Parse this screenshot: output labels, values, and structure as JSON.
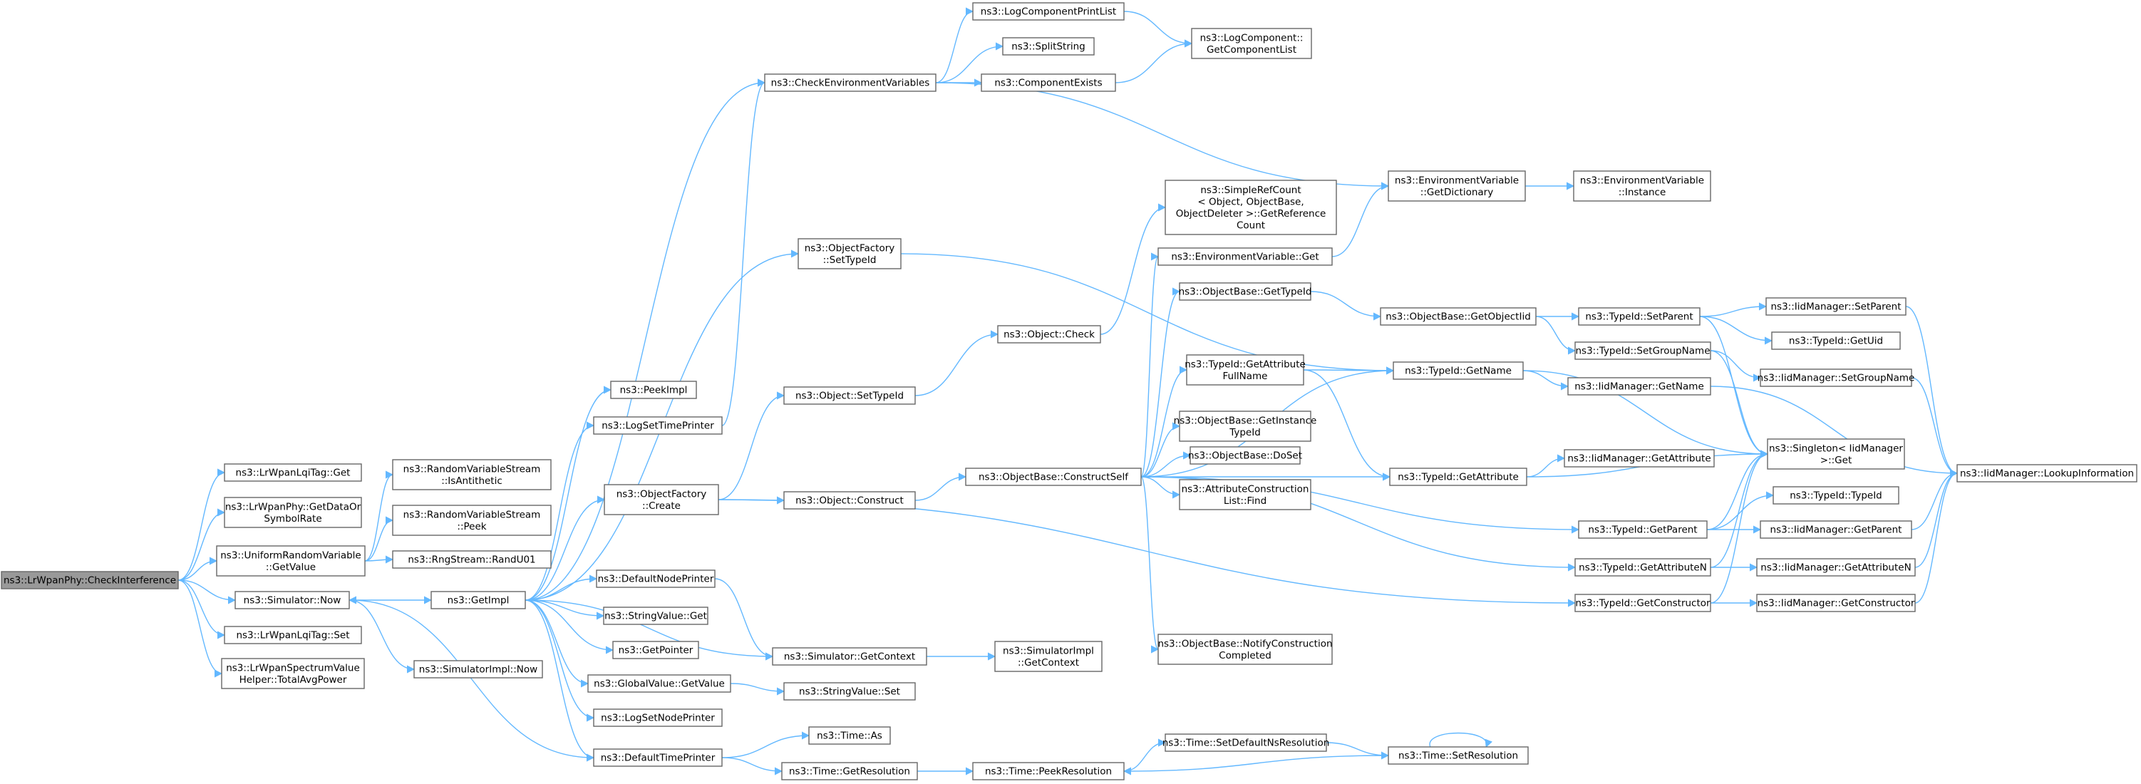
{
  "nodes": [
    {
      "id": "root",
      "lines": [
        "ns3::LrWpanPhy::CheckInterference"
      ],
      "root": true
    },
    {
      "id": "tagget",
      "lines": [
        "ns3::LrWpanLqiTag::Get"
      ]
    },
    {
      "id": "getdata",
      "lines": [
        "ns3::LrWpanPhy::GetDataOr",
        "SymbolRate"
      ]
    },
    {
      "id": "urvget",
      "lines": [
        "ns3::UniformRandomVariable",
        "::GetValue"
      ]
    },
    {
      "id": "simnow",
      "lines": [
        "ns3::Simulator::Now"
      ]
    },
    {
      "id": "tagset",
      "lines": [
        "ns3::LrWpanLqiTag::Set"
      ]
    },
    {
      "id": "tap",
      "lines": [
        "ns3::LrWpanSpectrumValue",
        "Helper::TotalAvgPower"
      ]
    },
    {
      "id": "isanti",
      "lines": [
        "ns3::RandomVariableStream",
        "::IsAntithetic"
      ]
    },
    {
      "id": "rvspeek",
      "lines": [
        "ns3::RandomVariableStream",
        "::Peek"
      ]
    },
    {
      "id": "randu01",
      "lines": [
        "ns3::RngStream::RandU01"
      ]
    },
    {
      "id": "simimplnow",
      "lines": [
        "ns3::SimulatorImpl::Now"
      ]
    },
    {
      "id": "getimpl",
      "lines": [
        "ns3::GetImpl"
      ]
    },
    {
      "id": "peekimpl",
      "lines": [
        "ns3::PeekImpl"
      ]
    },
    {
      "id": "logsettime",
      "lines": [
        "ns3::LogSetTimePrinter"
      ]
    },
    {
      "id": "ofcreate",
      "lines": [
        "ns3::ObjectFactory",
        "::Create"
      ]
    },
    {
      "id": "defnode",
      "lines": [
        "ns3::DefaultNodePrinter"
      ]
    },
    {
      "id": "strget",
      "lines": [
        "ns3::StringValue::Get"
      ]
    },
    {
      "id": "getptr",
      "lines": [
        "ns3::GetPointer"
      ]
    },
    {
      "id": "gvget",
      "lines": [
        "ns3::GlobalValue::GetValue"
      ]
    },
    {
      "id": "logsetnode",
      "lines": [
        "ns3::LogSetNodePrinter"
      ]
    },
    {
      "id": "deftime",
      "lines": [
        "ns3::DefaultTimePrinter"
      ]
    },
    {
      "id": "checkenv",
      "lines": [
        "ns3::CheckEnvironmentVariables"
      ]
    },
    {
      "id": "ofsettype",
      "lines": [
        "ns3::ObjectFactory",
        "::SetTypeId"
      ]
    },
    {
      "id": "objsettype",
      "lines": [
        "ns3::Object::SetTypeId"
      ]
    },
    {
      "id": "objconstruct",
      "lines": [
        "ns3::Object::Construct"
      ]
    },
    {
      "id": "simgetctx",
      "lines": [
        "ns3::Simulator::GetContext"
      ]
    },
    {
      "id": "strset",
      "lines": [
        "ns3::StringValue::Set"
      ]
    },
    {
      "id": "timeas",
      "lines": [
        "ns3::Time::As"
      ]
    },
    {
      "id": "timegetres",
      "lines": [
        "ns3::Time::GetResolution"
      ]
    },
    {
      "id": "logcomplist",
      "lines": [
        "ns3::LogComponentPrintList"
      ]
    },
    {
      "id": "splitstr",
      "lines": [
        "ns3::SplitString"
      ]
    },
    {
      "id": "compexists",
      "lines": [
        "ns3::ComponentExists"
      ]
    },
    {
      "id": "objcheck",
      "lines": [
        "ns3::Object::Check"
      ]
    },
    {
      "id": "simimplctx",
      "lines": [
        "ns3::SimulatorImpl",
        "::GetContext"
      ]
    },
    {
      "id": "peekres",
      "lines": [
        "ns3::Time::PeekResolution"
      ]
    },
    {
      "id": "constructself",
      "lines": [
        "ns3::ObjectBase::ConstructSelf"
      ]
    },
    {
      "id": "getcomplist",
      "lines": [
        "ns3::LogComponent::",
        "GetComponentList"
      ]
    },
    {
      "id": "simplerefcount",
      "lines": [
        "ns3::SimpleRefCount",
        "< Object, ObjectBase,",
        "ObjectDeleter >::GetReference",
        "Count"
      ]
    },
    {
      "id": "envget",
      "lines": [
        "ns3::EnvironmentVariable::Get"
      ]
    },
    {
      "id": "obgettype",
      "lines": [
        "ns3::ObjectBase::GetTypeId"
      ]
    },
    {
      "id": "tidgetattrfull",
      "lines": [
        "ns3::TypeId::GetAttribute",
        "FullName"
      ]
    },
    {
      "id": "obgetinst",
      "lines": [
        "ns3::ObjectBase::GetInstance",
        "TypeId"
      ]
    },
    {
      "id": "obdoset",
      "lines": [
        "ns3::ObjectBase::DoSet"
      ]
    },
    {
      "id": "acfind",
      "lines": [
        "ns3::AttributeConstruction",
        "List::Find"
      ]
    },
    {
      "id": "obnotify",
      "lines": [
        "ns3::ObjectBase::NotifyConstruction",
        "Completed"
      ]
    },
    {
      "id": "setdefres",
      "lines": [
        "ns3::Time::SetDefaultNsResolution"
      ]
    },
    {
      "id": "envgetdict",
      "lines": [
        "ns3::EnvironmentVariable",
        "::GetDictionary"
      ]
    },
    {
      "id": "obgetoiid",
      "lines": [
        "ns3::ObjectBase::GetObjectIid"
      ]
    },
    {
      "id": "tidgetname",
      "lines": [
        "ns3::TypeId::GetName"
      ]
    },
    {
      "id": "tidgetattr",
      "lines": [
        "ns3::TypeId::GetAttribute"
      ]
    },
    {
      "id": "setres",
      "lines": [
        "ns3::Time::SetResolution"
      ]
    },
    {
      "id": "envinst",
      "lines": [
        "ns3::EnvironmentVariable",
        "::Instance"
      ]
    },
    {
      "id": "tidsetparent",
      "lines": [
        "ns3::TypeId::SetParent"
      ]
    },
    {
      "id": "tidsetgroup",
      "lines": [
        "ns3::TypeId::SetGroupName"
      ]
    },
    {
      "id": "iidgetname",
      "lines": [
        "ns3::IidManager::GetName"
      ]
    },
    {
      "id": "iidgetattr",
      "lines": [
        "ns3::IidManager::GetAttribute"
      ]
    },
    {
      "id": "tidgetparent",
      "lines": [
        "ns3::TypeId::GetParent"
      ]
    },
    {
      "id": "tidgetattrn",
      "lines": [
        "ns3::TypeId::GetAttributeN"
      ]
    },
    {
      "id": "tidgetctor",
      "lines": [
        "ns3::TypeId::GetConstructor"
      ]
    },
    {
      "id": "iidsetparent",
      "lines": [
        "ns3::IidManager::SetParent"
      ]
    },
    {
      "id": "tidgetuid",
      "lines": [
        "ns3::TypeId::GetUid"
      ]
    },
    {
      "id": "iidsetgroup",
      "lines": [
        "ns3::IidManager::SetGroupName"
      ]
    },
    {
      "id": "singleton",
      "lines": [
        "ns3::Singleton< IidManager",
        ">::Get"
      ]
    },
    {
      "id": "tidtypeid",
      "lines": [
        "ns3::TypeId::TypeId"
      ]
    },
    {
      "id": "iidgetparent",
      "lines": [
        "ns3::IidManager::GetParent"
      ]
    },
    {
      "id": "iidgetattrn",
      "lines": [
        "ns3::IidManager::GetAttributeN"
      ]
    },
    {
      "id": "iidgetctor",
      "lines": [
        "ns3::IidManager::GetConstructor"
      ]
    },
    {
      "id": "iidlookup",
      "lines": [
        "ns3::IidManager::LookupInformation"
      ]
    }
  ],
  "edges": [
    [
      "root",
      "tagget"
    ],
    [
      "root",
      "getdata"
    ],
    [
      "root",
      "urvget"
    ],
    [
      "root",
      "simnow"
    ],
    [
      "root",
      "tagset"
    ],
    [
      "root",
      "tap"
    ],
    [
      "urvget",
      "isanti"
    ],
    [
      "urvget",
      "rvspeek"
    ],
    [
      "urvget",
      "randu01"
    ],
    [
      "simnow",
      "getimpl"
    ],
    [
      "simnow",
      "simimplnow"
    ],
    [
      "getimpl",
      "peekimpl"
    ],
    [
      "getimpl",
      "logsettime"
    ],
    [
      "getimpl",
      "ofcreate"
    ],
    [
      "getimpl",
      "defnode"
    ],
    [
      "getimpl",
      "strget"
    ],
    [
      "getimpl",
      "getptr"
    ],
    [
      "getimpl",
      "gvget"
    ],
    [
      "getimpl",
      "logsetnode"
    ],
    [
      "getimpl",
      "deftime"
    ],
    [
      "getimpl",
      "ofsettype"
    ],
    [
      "getimpl",
      "simgetctx"
    ],
    [
      "getimpl",
      "checkenv"
    ],
    [
      "logsettime",
      "checkenv"
    ],
    [
      "ofcreate",
      "objsettype"
    ],
    [
      "ofcreate",
      "objconstruct"
    ],
    [
      "ofcreate",
      "tidgetctor"
    ],
    [
      "defnode",
      "simgetctx"
    ],
    [
      "gvget",
      "strset"
    ],
    [
      "deftime",
      "simnow"
    ],
    [
      "deftime",
      "timeas"
    ],
    [
      "deftime",
      "timegetres"
    ],
    [
      "checkenv",
      "logcomplist"
    ],
    [
      "checkenv",
      "splitstr"
    ],
    [
      "checkenv",
      "compexists"
    ],
    [
      "checkenv",
      "envgetdict"
    ],
    [
      "ofsettype",
      "tidgetname"
    ],
    [
      "objsettype",
      "objcheck"
    ],
    [
      "objconstruct",
      "constructself"
    ],
    [
      "simgetctx",
      "simimplctx"
    ],
    [
      "timegetres",
      "peekres"
    ],
    [
      "logcomplist",
      "getcomplist"
    ],
    [
      "compexists",
      "getcomplist"
    ],
    [
      "objcheck",
      "simplerefcount"
    ],
    [
      "peekres",
      "setdefres"
    ],
    [
      "setdefres",
      "setres"
    ],
    [
      "setres",
      "peekres"
    ],
    [
      "setres",
      "setres"
    ],
    [
      "constructself",
      "envget"
    ],
    [
      "constructself",
      "obgettype"
    ],
    [
      "constructself",
      "tidgetname"
    ],
    [
      "constructself",
      "tidgetattrfull"
    ],
    [
      "constructself",
      "obgetinst"
    ],
    [
      "constructself",
      "obdoset"
    ],
    [
      "constructself",
      "acfind"
    ],
    [
      "constructself",
      "tidgetattr"
    ],
    [
      "constructself",
      "tidgetparent"
    ],
    [
      "constructself",
      "tidgetattrn"
    ],
    [
      "constructself",
      "obnotify"
    ],
    [
      "envget",
      "envgetdict"
    ],
    [
      "envgetdict",
      "envinst"
    ],
    [
      "obgettype",
      "obgetoiid"
    ],
    [
      "tidgetattrfull",
      "tidgetname"
    ],
    [
      "tidgetattrfull",
      "tidgetattr"
    ],
    [
      "obgetoiid",
      "tidsetparent"
    ],
    [
      "obgetoiid",
      "tidsetgroup"
    ],
    [
      "tidgetname",
      "iidgetname"
    ],
    [
      "tidgetname",
      "singleton"
    ],
    [
      "tidgetattr",
      "iidgetattr"
    ],
    [
      "tidgetattr",
      "singleton"
    ],
    [
      "tidsetparent",
      "iidsetparent"
    ],
    [
      "tidsetparent",
      "tidgetuid"
    ],
    [
      "tidsetparent",
      "singleton"
    ],
    [
      "tidsetgroup",
      "iidsetgroup"
    ],
    [
      "tidsetgroup",
      "singleton"
    ],
    [
      "iidgetname",
      "iidlookup"
    ],
    [
      "tidgetparent",
      "tidtypeid"
    ],
    [
      "tidgetparent",
      "iidgetparent"
    ],
    [
      "tidgetparent",
      "singleton"
    ],
    [
      "tidgetattrn",
      "iidgetattrn"
    ],
    [
      "tidgetattrn",
      "singleton"
    ],
    [
      "tidgetctor",
      "iidgetctor"
    ],
    [
      "tidgetctor",
      "singleton"
    ],
    [
      "iidsetparent",
      "iidlookup"
    ],
    [
      "iidsetgroup",
      "iidlookup"
    ],
    [
      "iidgetparent",
      "iidlookup"
    ],
    [
      "iidgetattrn",
      "iidlookup"
    ],
    [
      "iidgetctor",
      "iidlookup"
    ]
  ]
}
